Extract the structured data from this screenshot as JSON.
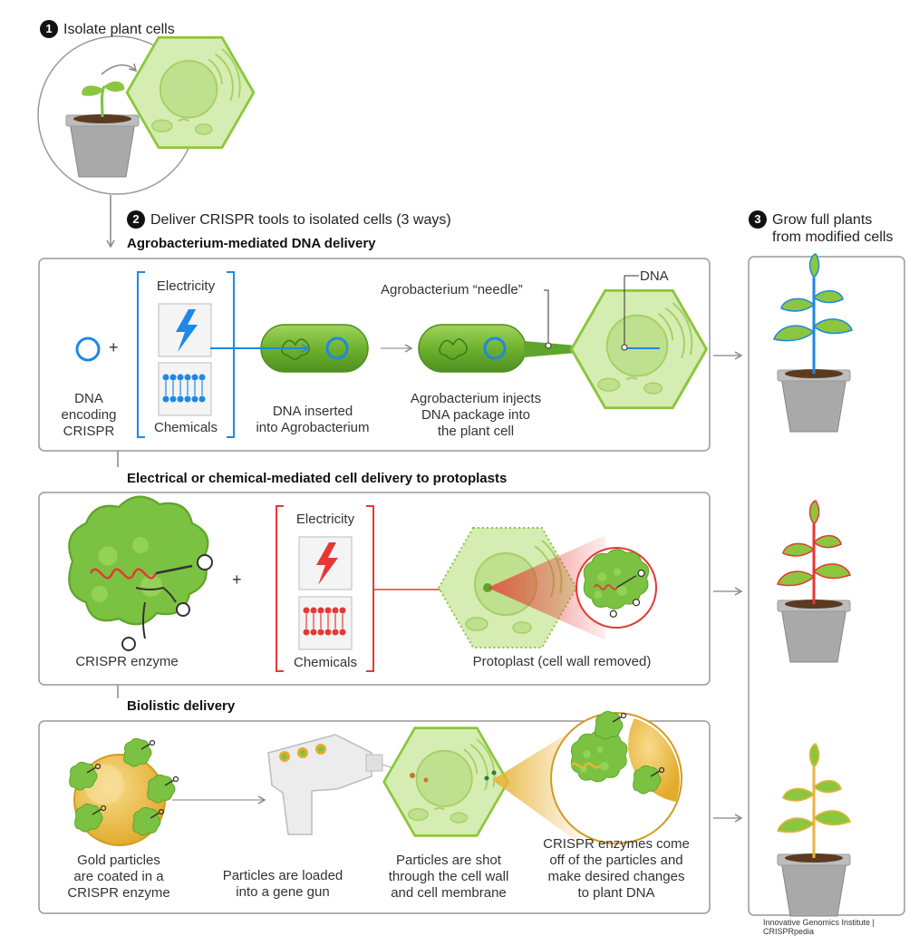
{
  "colors": {
    "cell_fill": "#cfe8a8",
    "cell_stroke": "#8cc63f",
    "blue": "#1e88e5",
    "red": "#e53935",
    "gold": "#e8b43a",
    "box_stroke": "#999999"
  },
  "steps": {
    "step1": {
      "number": "1",
      "title": "Isolate plant cells"
    },
    "step2": {
      "number": "2",
      "title": "Deliver CRISPR tools to isolated cells (3 ways)"
    },
    "step3": {
      "number": "3",
      "title_line1": "Grow full plants",
      "title_line2": "from modified cells"
    }
  },
  "agro": {
    "heading": "Agrobacterium-mediated DNA delivery",
    "dna_label": [
      "DNA",
      "encoding",
      "CRISPR"
    ],
    "plus": "+",
    "electricity": "Electricity",
    "chemicals": "Chemicals",
    "inserted_label": [
      "DNA inserted",
      "into Agrobacterium"
    ],
    "needle_label": "Agrobacterium “needle”",
    "dna_pointer": "DNA",
    "injects_label": [
      "Agrobacterium injects",
      "DNA package into",
      "the plant cell"
    ]
  },
  "electro": {
    "heading": "Electrical or chemical-mediated cell delivery to protoplasts",
    "enzyme_label": "CRISPR enzyme",
    "plus": "+",
    "electricity": "Electricity",
    "chemicals": "Chemicals",
    "protoplast_label": "Protoplast (cell wall removed)"
  },
  "biolistic": {
    "heading": "Biolistic delivery",
    "gold_label": [
      "Gold particles",
      "are coated in a",
      "CRISPR enzyme"
    ],
    "gun_label": [
      "Particles are loaded",
      "into a gene gun"
    ],
    "shot_label": [
      "Particles are shot",
      "through the cell wall",
      "and cell membrane"
    ],
    "change_label": [
      "CRISPR enzymes come",
      "off of the particles and",
      "make desired changes",
      "to plant DNA"
    ]
  },
  "credit": "Innovative Genomics Institute | CRISPRpedia"
}
